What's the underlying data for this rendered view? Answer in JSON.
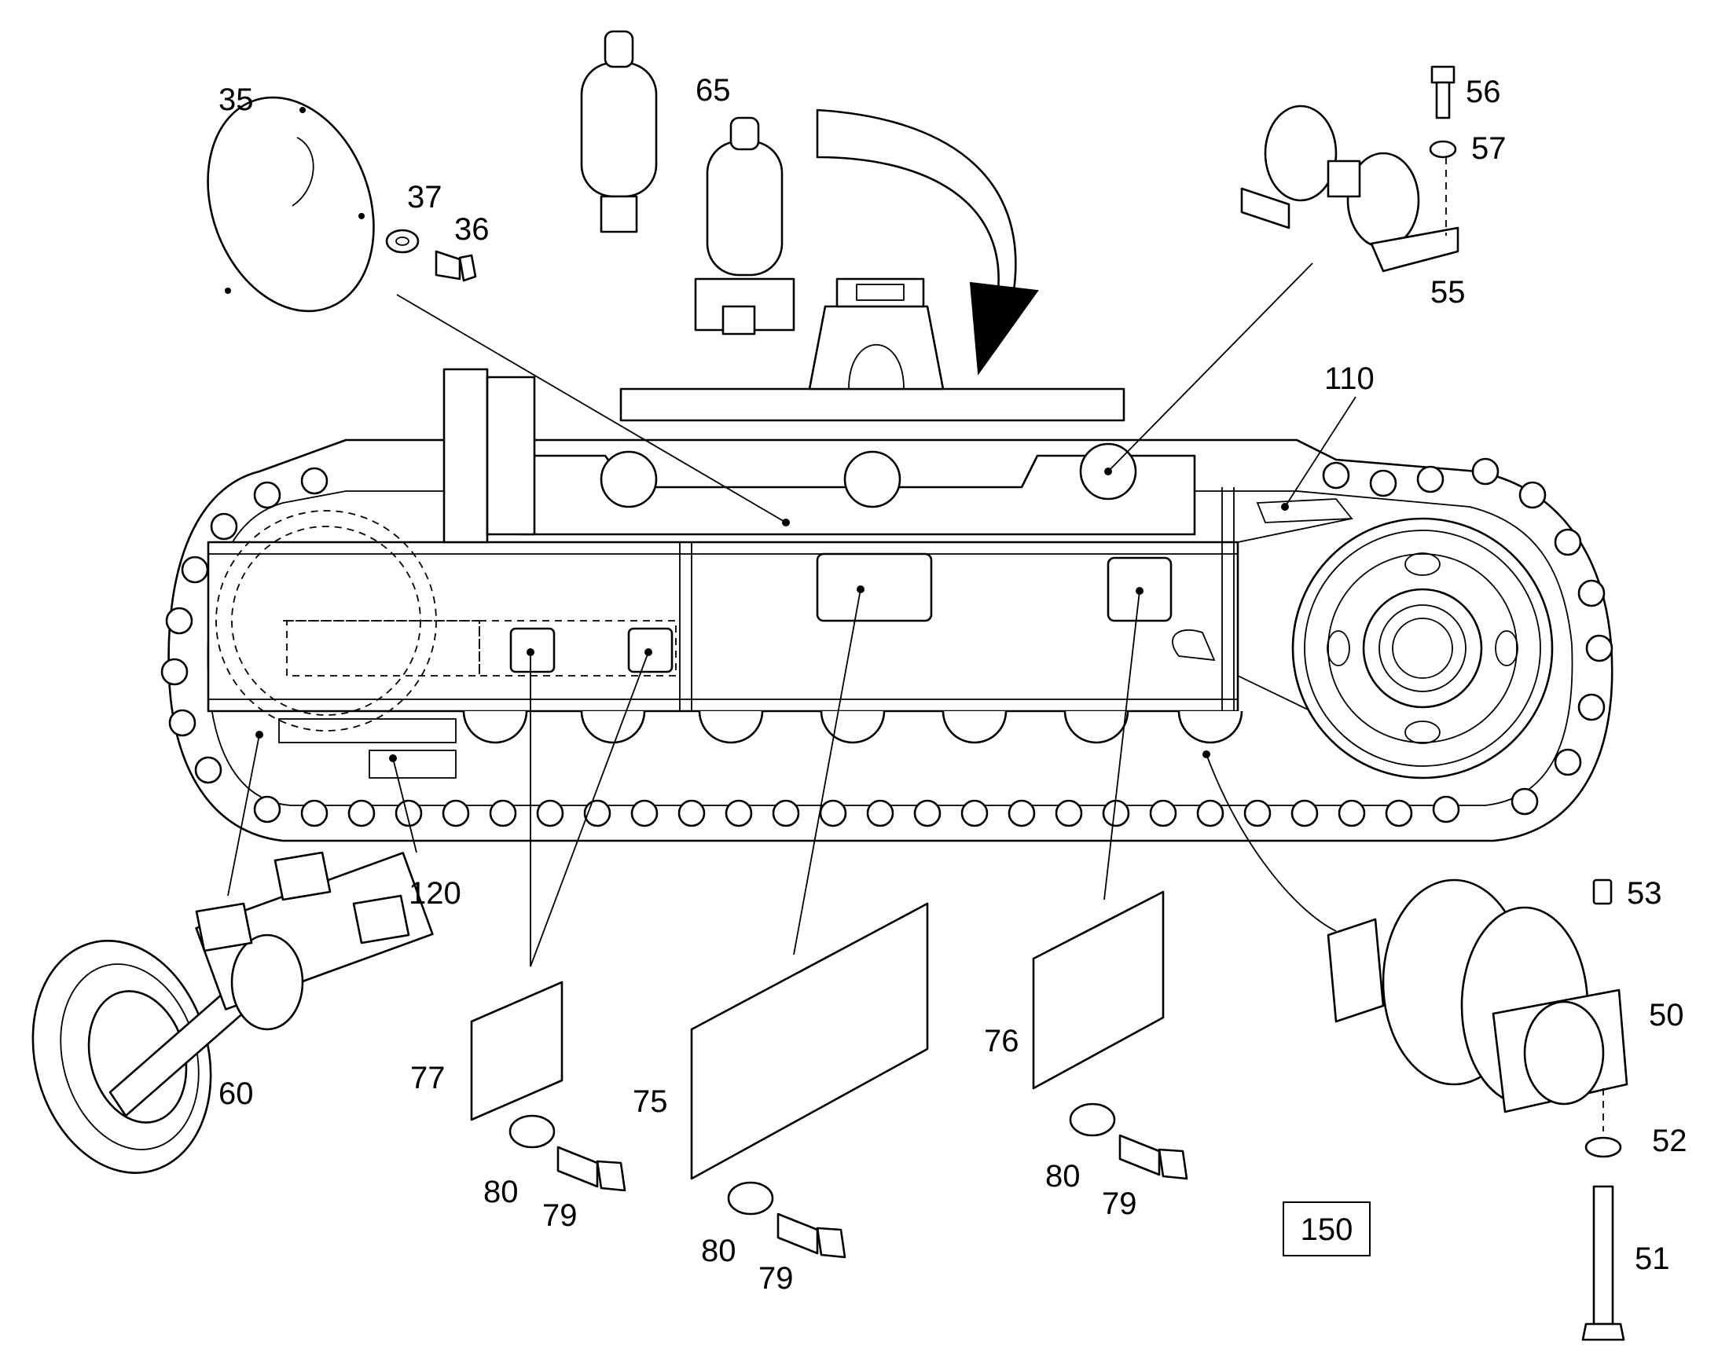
{
  "diagram": {
    "callouts": [
      {
        "id": "35",
        "label": "35"
      },
      {
        "id": "36",
        "label": "36"
      },
      {
        "id": "37",
        "label": "37"
      },
      {
        "id": "50",
        "label": "50"
      },
      {
        "id": "51",
        "label": "51"
      },
      {
        "id": "52",
        "label": "52"
      },
      {
        "id": "53",
        "label": "53"
      },
      {
        "id": "55",
        "label": "55"
      },
      {
        "id": "56",
        "label": "56"
      },
      {
        "id": "57",
        "label": "57"
      },
      {
        "id": "60",
        "label": "60"
      },
      {
        "id": "65",
        "label": "65"
      },
      {
        "id": "75",
        "label": "75"
      },
      {
        "id": "76",
        "label": "76"
      },
      {
        "id": "77",
        "label": "77"
      },
      {
        "id": "79a",
        "label": "79"
      },
      {
        "id": "79b",
        "label": "79"
      },
      {
        "id": "79c",
        "label": "79"
      },
      {
        "id": "80a",
        "label": "80"
      },
      {
        "id": "80b",
        "label": "80"
      },
      {
        "id": "80c",
        "label": "80"
      },
      {
        "id": "110",
        "label": "110"
      },
      {
        "id": "120",
        "label": "120"
      }
    ],
    "reference_box": {
      "label": "150"
    }
  }
}
